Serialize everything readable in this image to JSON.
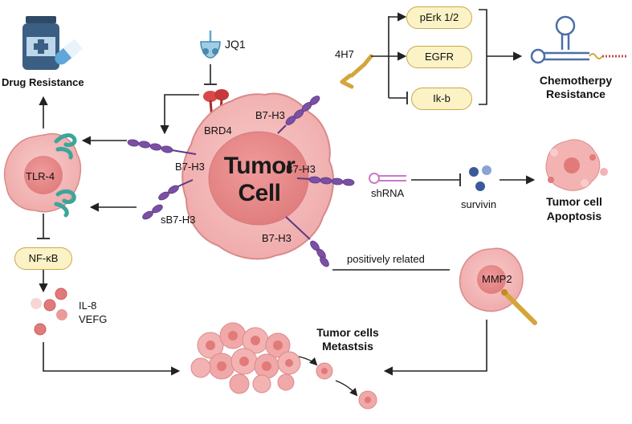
{
  "labels": {
    "drug_resistance": "Drug Resistance",
    "jq1": "JQ1",
    "brd4": "BRD4",
    "b7h3_top": "B7-H3",
    "b7h3_left": "B7-H3",
    "b7h3_right": "B7-H3",
    "b7h3_bottom": "B7-H3",
    "sb7h3": "sB7-H3",
    "tumor_line1": "Tumor",
    "tumor_line2": "Cell",
    "tlr4": "TLR-4",
    "nfkb": "NF-κB",
    "il8": "IL-8",
    "vefg": "VEFG",
    "ab_4h7": "4H7",
    "perk": "pErk 1/2",
    "egfr": "EGFR",
    "ikb": "Ik-b",
    "chemo_line1": "Chemotherpy",
    "chemo_line2": "Resistance",
    "shrna": "shRNA",
    "survivin": "survivin",
    "apoptosis_line1": "Tumor cell",
    "apoptosis_line2": "Apoptosis",
    "positively_related": "positively related",
    "mmp2": "MMP2",
    "metastasis_line1": "Tumor cells",
    "metastasis_line2": "Metastsis"
  },
  "icons": {
    "bottle": "medicine-bottle-icon",
    "pill": "capsule-icon",
    "rna": "rna-hairpin-icon"
  },
  "colors": {
    "cell_fill": "#f4b9b9",
    "cell_stroke": "#d98a8a",
    "nucleus": "#e88d8d",
    "receptor": "#7b4fa6",
    "arrow": "#222222",
    "pill_fill": "#fbf2c6",
    "pill_stroke": "#c9a94a",
    "teal": "#3aa59b",
    "antibody_gold": "#d3a53a"
  }
}
